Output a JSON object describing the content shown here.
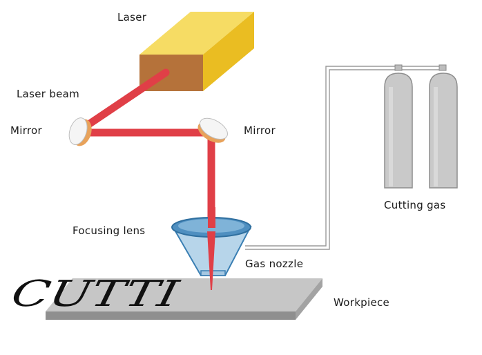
{
  "labels": {
    "laser": "Laser",
    "laser_beam": "Laser beam",
    "mirror_left": "Mirror",
    "mirror_right": "Mirror",
    "focusing_lens": "Focusing lens",
    "gas_nozzle": "Gas nozzle",
    "cutting_gas": "Cutting gas",
    "workpiece": "Workpiece"
  },
  "engraved_text": "CUTTI",
  "colors": {
    "laser_body": "#f2cf3f",
    "laser_front": "#b97838",
    "beam": "#e04048",
    "mirror_rim": "#e8a25a",
    "lens": "#6fa8cf",
    "nozzle": "#b9d6ea",
    "cylinder": "#c8c8c8",
    "workpiece": "#c4c4c4"
  }
}
